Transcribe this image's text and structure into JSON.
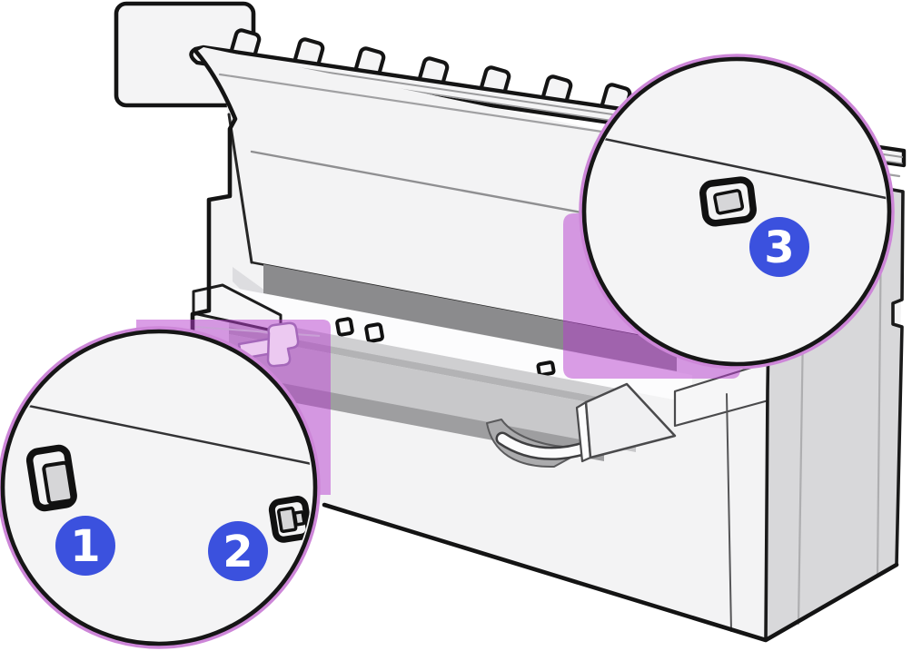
{
  "diagram": {
    "type": "illustration",
    "subject": "Large-format printer rear view with magnified callout circles marking port locations",
    "badge_numbers": [
      "1",
      "2",
      "3"
    ],
    "magnifiers": [
      {
        "name": "bottom-left-magnifier",
        "badges": [
          "1",
          "2"
        ],
        "icons": [
          "large-port-icon",
          "small-port-icon"
        ]
      },
      {
        "name": "top-right-magnifier",
        "badges": [
          "3"
        ],
        "icons": [
          "rear-port-icon"
        ]
      }
    ],
    "colors": {
      "badge_blue": "#3b51de",
      "highlight_pink": "#b53bcd",
      "magnifier_ring_purple": "#cd86d8",
      "outline": "#141414",
      "body_fill": "#f3f3f4",
      "side_panel_gray": "#d6d6d8",
      "slot_dark_gray": "#8b8b8d",
      "tray_gray": "#c8c8ca"
    }
  }
}
